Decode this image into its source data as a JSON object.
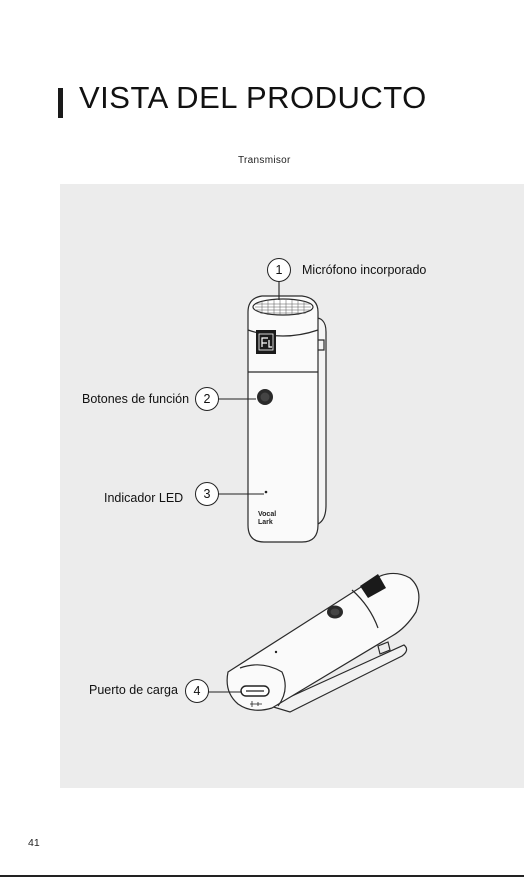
{
  "heading": {
    "title": "VISTA DEL PRODUCTO"
  },
  "figure": {
    "caption": "Transmisor",
    "callouts": [
      {
        "number": "1",
        "label": "Micrófono incorporado"
      },
      {
        "number": "2",
        "label": "Botones de función"
      },
      {
        "number": "3",
        "label": "Indicador LED"
      },
      {
        "number": "4",
        "label": "Puerto de carga"
      }
    ],
    "device_brand": {
      "line1": "Vocal",
      "line2": "Lark"
    }
  },
  "footer": {
    "page_number": "41"
  }
}
